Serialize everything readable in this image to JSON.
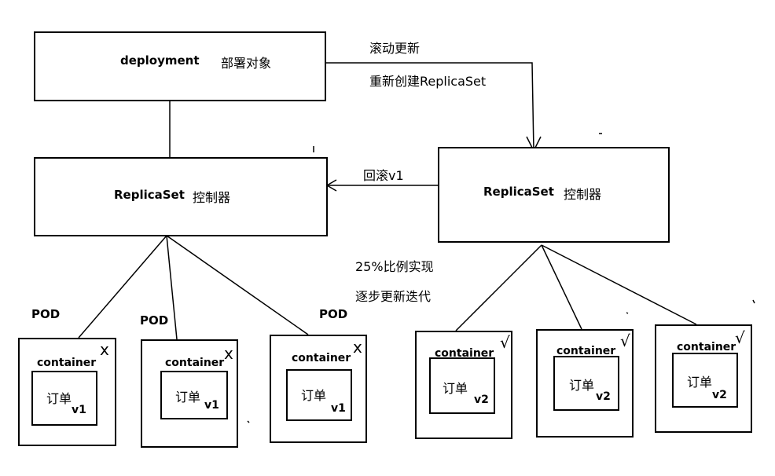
{
  "deployment": {
    "label": "deployment",
    "desc": "部署对象"
  },
  "rolling": {
    "line1": "滚动更新",
    "line2": "重新创建ReplicaSet"
  },
  "rs_left": {
    "label": "ReplicaSet",
    "desc": "控制器"
  },
  "rs_right": {
    "label": "ReplicaSet",
    "desc": "控制器"
  },
  "rollback": "回滚v1",
  "note": {
    "line1": "25%比例实现",
    "line2": "逐步更新迭代"
  },
  "pods": [
    {
      "pod_label": "POD",
      "container": "container",
      "app": "订单",
      "version": "v1",
      "mark": "x"
    },
    {
      "pod_label": "POD",
      "container": "container",
      "app": "订单",
      "version": "v1",
      "mark": "x"
    },
    {
      "pod_label": "POD",
      "container": "container",
      "app": "订单",
      "version": "v1",
      "mark": "x"
    },
    {
      "pod_label": "",
      "container": "container",
      "app": "订单",
      "version": "v2",
      "mark": "√"
    },
    {
      "pod_label": "",
      "container": "container",
      "app": "订单",
      "version": "v2",
      "mark": "√"
    },
    {
      "pod_label": "",
      "container": "container",
      "app": "订单",
      "version": "v2",
      "mark": "√"
    }
  ]
}
